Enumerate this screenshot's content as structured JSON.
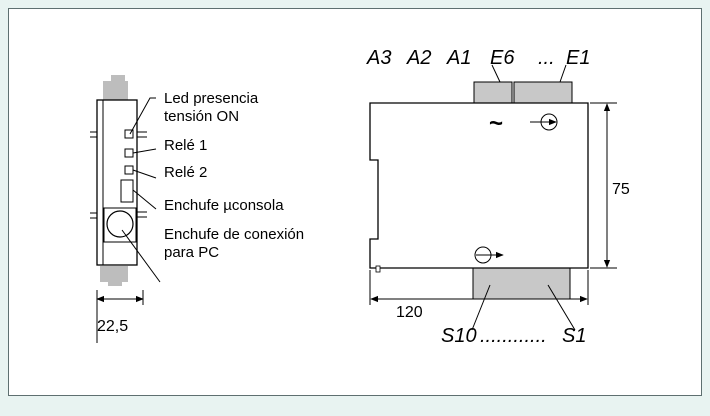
{
  "side_view": {
    "labels": {
      "led": "Led presencia",
      "led2": "tensión ON",
      "rele1": "Relé 1",
      "rele2": "Relé 2",
      "enchufe": "Enchufe µconsola",
      "conexion": "Enchufe de conexión",
      "conexion2": "para PC"
    },
    "width_dim": "22,5"
  },
  "front_view": {
    "top_inputs": [
      "A3",
      "A2",
      "A1",
      "E6",
      "...",
      "E1"
    ],
    "bottom_outputs_left": "S10",
    "bottom_dots": "............",
    "bottom_outputs_right": "S1",
    "tilde": "~",
    "height_dim": "75",
    "width_dim": "120"
  },
  "colors": {
    "background": "#e8f3f1",
    "frame_border": "#5e6f70",
    "connector_fill": "#c8c8c8",
    "foot_fill": "#bdbdbd"
  }
}
